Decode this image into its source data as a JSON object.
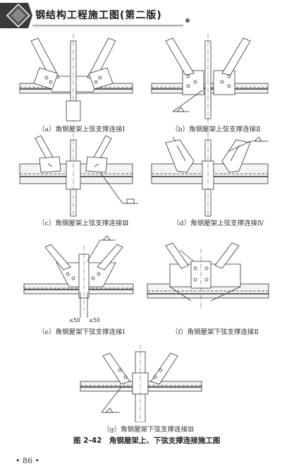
{
  "header": {
    "book_title": "钢结构工程施工图(第二版)"
  },
  "figures": [
    {
      "caption": "（a）角钢屋架上弦支撑连接Ⅰ"
    },
    {
      "caption": "（b）角钢屋架上弦支撑连接Ⅱ"
    },
    {
      "caption": "（c）角钢屋架上弦支撑连接Ⅲ"
    },
    {
      "caption": "（d）角钢屋架上弦支撑连接Ⅳ"
    },
    {
      "caption": "（e）角钢屋架下弦支撑连接Ⅰ"
    },
    {
      "caption": "（f）角钢屋架下弦支撑连接Ⅱ"
    },
    {
      "caption": "（g）角钢屋架下弦支撑连接Ⅲ"
    }
  ],
  "dims": {
    "dim1": "≤50",
    "dim2": "≤50"
  },
  "figure_title": "图 2-42　角钢屋架上、下弦支撑连接施工图",
  "page_number": "• 86 •"
}
